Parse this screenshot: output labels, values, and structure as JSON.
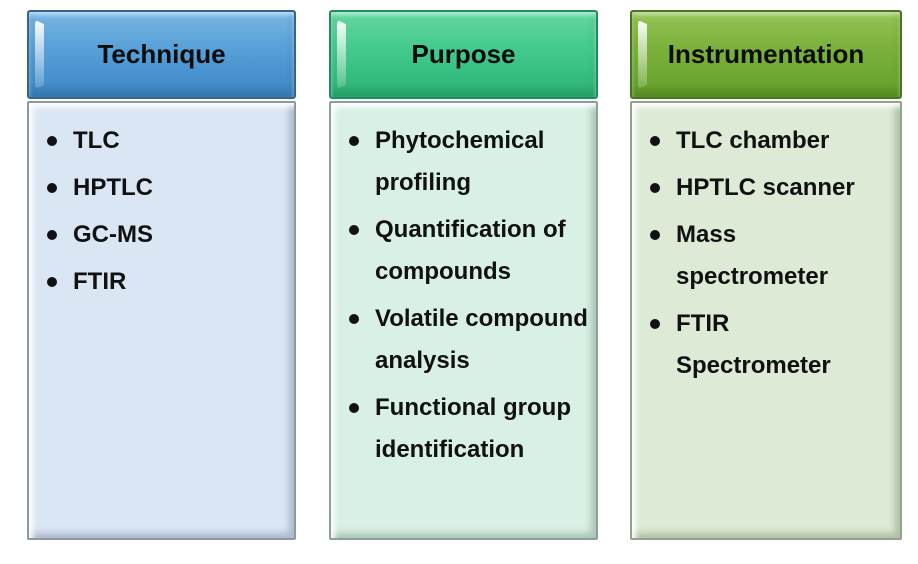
{
  "diagram": {
    "columns": [
      {
        "id": "technique",
        "header": "Technique",
        "header_color": "#4892cf",
        "panel_color": "#dbe6f5",
        "items": [
          "TLC",
          "HPTLC",
          "GC-MS",
          "FTIR"
        ]
      },
      {
        "id": "purpose",
        "header": "Purpose",
        "header_color": "#35bd7f",
        "panel_color": "#d9f0e4",
        "items": [
          "Phytochemical profiling",
          "Quantification of compounds",
          "Volatile compound analysis",
          "Functional group identification"
        ]
      },
      {
        "id": "instrumentation",
        "header": "Instrumentation",
        "header_color": "#6ea832",
        "panel_color": "#dcead6",
        "items": [
          "TLC chamber",
          "HPTLC scanner",
          "Mass spectrometer",
          "FTIR Spectrometer"
        ]
      }
    ]
  }
}
